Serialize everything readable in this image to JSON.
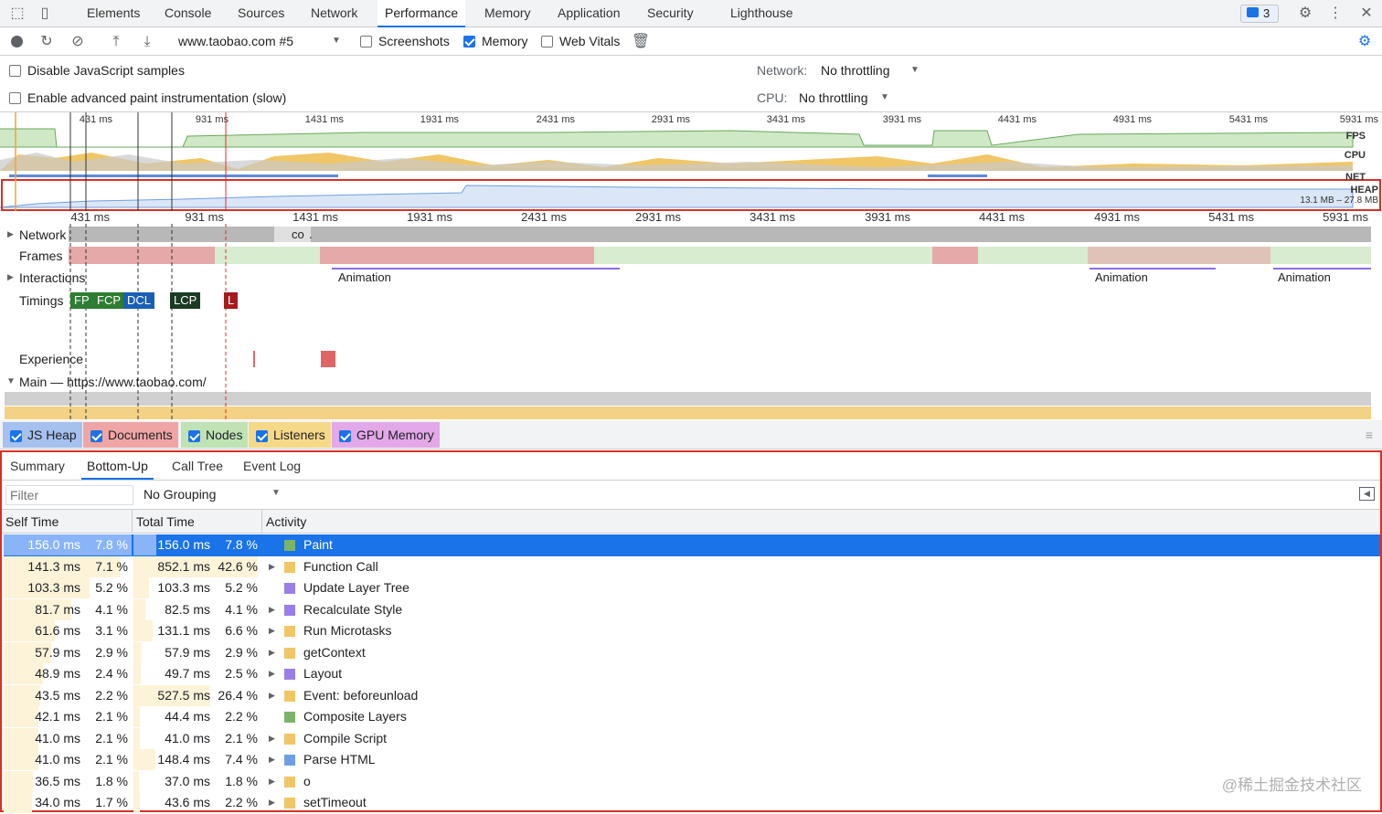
{
  "tabs": [
    "Elements",
    "Console",
    "Sources",
    "Network",
    "Performance",
    "Memory",
    "Application",
    "Security",
    "Lighthouse"
  ],
  "active_tab": "Performance",
  "issues_count": "3",
  "toolbar": {
    "recording": "www.taobao.com #5",
    "screenshots": "Screenshots",
    "memory": "Memory",
    "web_vitals": "Web Vitals"
  },
  "options": {
    "disable_js": "Disable JavaScript samples",
    "paint": "Enable advanced paint instrumentation (slow)",
    "network_label": "Network:",
    "network_value": "No throttling",
    "cpu_label": "CPU:",
    "cpu_value": "No throttling"
  },
  "overview": {
    "ticks": [
      "431 ms",
      "931 ms",
      "1431 ms",
      "1931 ms",
      "2431 ms",
      "2931 ms",
      "3431 ms",
      "3931 ms",
      "4431 ms",
      "4931 ms",
      "5431 ms",
      "5931 ms"
    ],
    "fps": "FPS",
    "cpu": "CPU",
    "net": "NET",
    "heap": "HEAP",
    "heap_range": "13.1 MB – 27.8 MB"
  },
  "tracks": {
    "network": "Network",
    "frames": "Frames",
    "interactions": "Interactions",
    "timings": "Timings",
    "experience": "Experience",
    "main": "Main — https://www.taobao.com/",
    "animation": "Animation",
    "net_frag1": "co",
    "net_frag2": "."
  },
  "timing_marks": [
    "FP",
    "FCP",
    "DCL",
    "LCP",
    "L"
  ],
  "legend": [
    "JS Heap",
    "Documents",
    "Nodes",
    "Listeners",
    "GPU Memory"
  ],
  "subtabs": [
    "Summary",
    "Bottom-Up",
    "Call Tree",
    "Event Log"
  ],
  "active_subtab": "Bottom-Up",
  "filter": {
    "placeholder": "Filter",
    "grouping": "No Grouping"
  },
  "columns": {
    "self": "Self Time",
    "total": "Total Time",
    "activity": "Activity"
  },
  "rows": [
    {
      "self": "156.0 ms",
      "self_pct": "7.8 %",
      "total": "156.0 ms",
      "total_pct": "7.8 %",
      "name": "Paint",
      "color": "#7cb46a",
      "expand": false,
      "selected": true
    },
    {
      "self": "141.3 ms",
      "self_pct": "7.1 %",
      "total": "852.1 ms",
      "total_pct": "42.6 %",
      "name": "Function Call",
      "color": "#f0c666",
      "expand": true
    },
    {
      "self": "103.3 ms",
      "self_pct": "5.2 %",
      "total": "103.3 ms",
      "total_pct": "5.2 %",
      "name": "Update Layer Tree",
      "color": "#9b7fe6",
      "expand": false
    },
    {
      "self": "81.7 ms",
      "self_pct": "4.1 %",
      "total": "82.5 ms",
      "total_pct": "4.1 %",
      "name": "Recalculate Style",
      "color": "#9b7fe6",
      "expand": true
    },
    {
      "self": "61.6 ms",
      "self_pct": "3.1 %",
      "total": "131.1 ms",
      "total_pct": "6.6 %",
      "name": "Run Microtasks",
      "color": "#f0c666",
      "expand": true
    },
    {
      "self": "57.9 ms",
      "self_pct": "2.9 %",
      "total": "57.9 ms",
      "total_pct": "2.9 %",
      "name": "getContext",
      "color": "#f0c666",
      "expand": true
    },
    {
      "self": "48.9 ms",
      "self_pct": "2.4 %",
      "total": "49.7 ms",
      "total_pct": "2.5 %",
      "name": "Layout",
      "color": "#9b7fe6",
      "expand": true
    },
    {
      "self": "43.5 ms",
      "self_pct": "2.2 %",
      "total": "527.5 ms",
      "total_pct": "26.4 %",
      "name": "Event: beforeunload",
      "color": "#f0c666",
      "expand": true
    },
    {
      "self": "42.1 ms",
      "self_pct": "2.1 %",
      "total": "44.4 ms",
      "total_pct": "2.2 %",
      "name": "Composite Layers",
      "color": "#7cb46a",
      "expand": false
    },
    {
      "self": "41.0 ms",
      "self_pct": "2.1 %",
      "total": "41.0 ms",
      "total_pct": "2.1 %",
      "name": "Compile Script",
      "color": "#f0c666",
      "expand": true
    },
    {
      "self": "41.0 ms",
      "self_pct": "2.1 %",
      "total": "148.4 ms",
      "total_pct": "7.4 %",
      "name": "Parse HTML",
      "color": "#6f9fe0",
      "expand": true
    },
    {
      "self": "36.5 ms",
      "self_pct": "1.8 %",
      "total": "37.0 ms",
      "total_pct": "1.8 %",
      "name": "o",
      "color": "#f0c666",
      "expand": true
    },
    {
      "self": "34.0 ms",
      "self_pct": "1.7 %",
      "total": "43.6 ms",
      "total_pct": "2.2 %",
      "name": "setTimeout",
      "color": "#f0c666",
      "expand": true
    }
  ],
  "watermark": "@稀土掘金技术社区"
}
